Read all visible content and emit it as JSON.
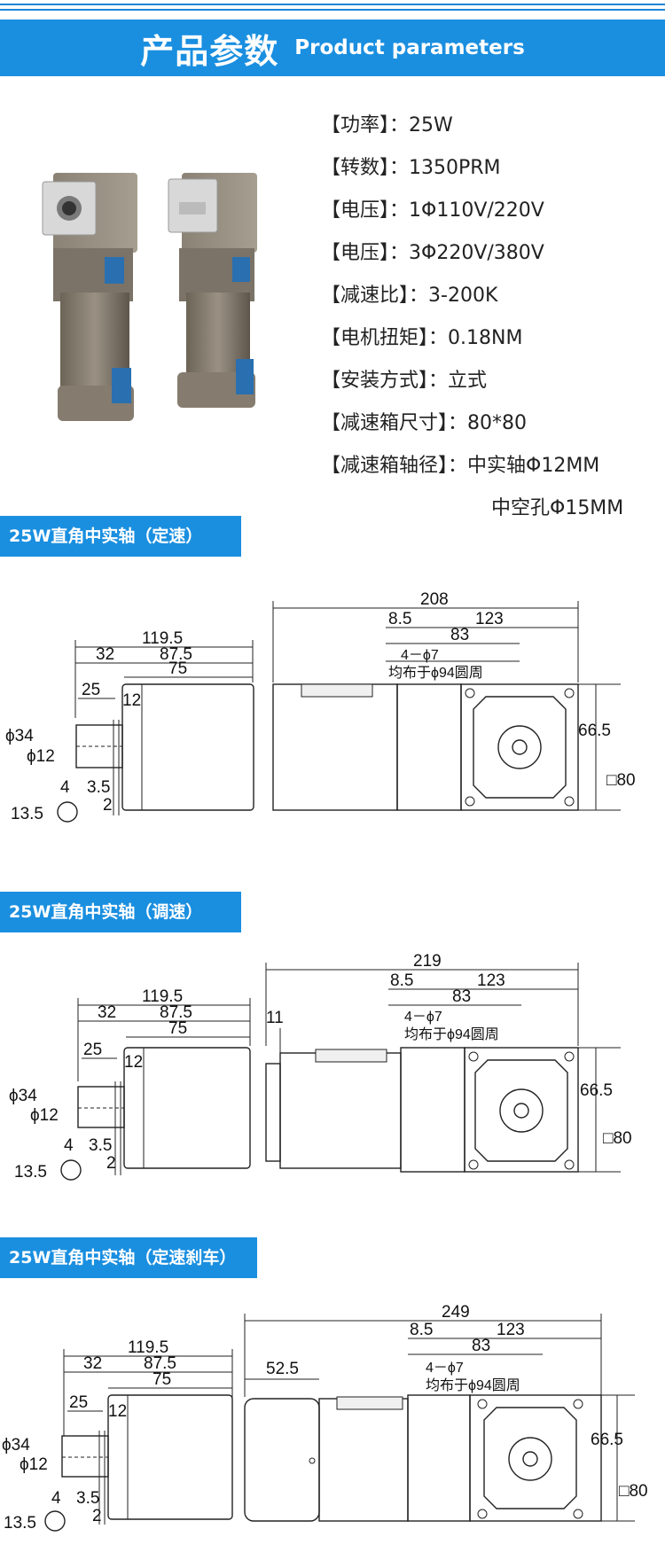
{
  "header": {
    "title_cn": "产品参数",
    "title_en": "Product parameters"
  },
  "specs": [
    {
      "label": "【功率】",
      "value": "：25W"
    },
    {
      "label": "【转数】",
      "value": "：1350PRM"
    },
    {
      "label": "【电压】",
      "value": "：1Φ110V/220V"
    },
    {
      "label": "【电压】",
      "value": "：3Φ220V/380V"
    },
    {
      "label": "【减速比】",
      "value": "：3-200K"
    },
    {
      "label": "【电机扭矩】",
      "value": "：0.18NM"
    },
    {
      "label": "【安装方式】",
      "value": "：立式"
    },
    {
      "label": "【减速箱尺寸】",
      "value": "：80*80"
    },
    {
      "label": "【减速箱轴径】",
      "value": "：中实轴Φ12MM"
    }
  ],
  "spec_continuation": "中空孔Φ15MM",
  "sections": [
    {
      "title": "25W直角中实轴（定速）",
      "side": {
        "total": "119.5",
        "a": "32",
        "b": "87.5",
        "c": "75",
        "d": "25",
        "e": "12",
        "phi_a": "ϕ34",
        "phi_b": "ϕ12",
        "k": "4",
        "l": "3.5",
        "m": "2",
        "n": "13.5"
      },
      "front": {
        "total": "208",
        "a": "8.5",
        "b": "123",
        "c": "83",
        "holes": "4－ϕ7",
        "pcd": "均布于ϕ94圆周",
        "h": "66.5",
        "sq": "□80"
      }
    },
    {
      "title": "25W直角中实轴（调速）",
      "side": {
        "total": "119.5",
        "a": "32",
        "b": "87.5",
        "c": "75",
        "d": "25",
        "e": "12",
        "phi_a": "ϕ34",
        "phi_b": "ϕ12",
        "k": "4",
        "l": "3.5",
        "m": "2",
        "n": "13.5"
      },
      "front": {
        "total": "219",
        "a": "8.5",
        "b": "123",
        "c": "83",
        "extra": "11",
        "holes": "4－ϕ7",
        "pcd": "均布于ϕ94圆周",
        "h": "66.5",
        "sq": "□80"
      }
    },
    {
      "title": "25W直角中实轴（定速刹车）",
      "side": {
        "total": "119.5",
        "a": "32",
        "b": "87.5",
        "c": "75",
        "d": "25",
        "e": "12",
        "phi_a": "ϕ34",
        "phi_b": "ϕ12",
        "k": "4",
        "l": "3.5",
        "m": "2",
        "n": "13.5"
      },
      "front": {
        "total": "249",
        "a": "8.5",
        "b": "123",
        "c": "83",
        "extra": "52.5",
        "holes": "4－ϕ7",
        "pcd": "均布于ϕ94圆周",
        "h": "66.5",
        "sq": "□80"
      }
    }
  ]
}
